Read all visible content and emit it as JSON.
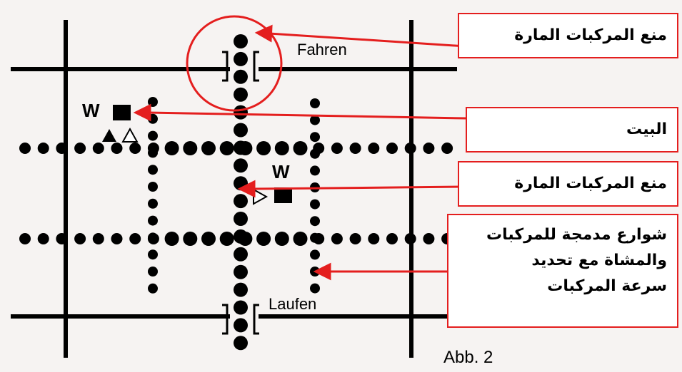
{
  "map": {
    "top_road_label": "Fahren",
    "bottom_road_label": "Laufen",
    "house_marker_1": "W",
    "house_marker_2": "W",
    "figure_number": "Abb. 2"
  },
  "annotations": {
    "no_through_traffic_top": "منع المركبات المارة",
    "house": "البيت",
    "no_through_traffic_middle": "منع المركبات المارة",
    "shared_streets_line1": "شوارع مدمجة للمركبات",
    "shared_streets_line2": "والمشاة مع تحديد",
    "shared_streets_line3": "سرعة المركبات"
  },
  "colors": {
    "arrow": "#e41e1e",
    "box_border": "#e41e1e",
    "background": "#f6f3f2"
  }
}
